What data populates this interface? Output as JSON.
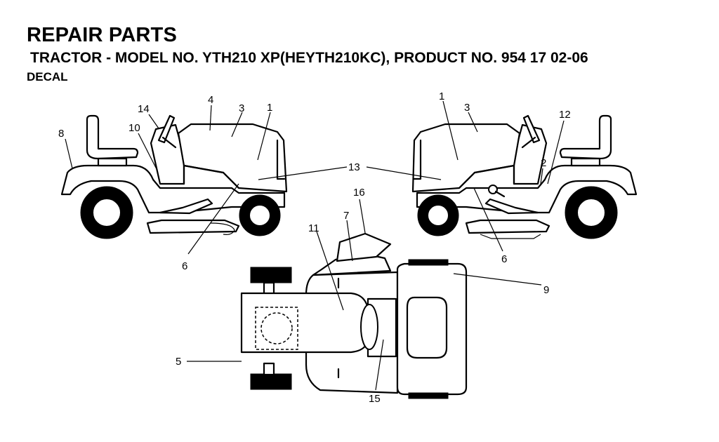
{
  "header": {
    "title": "REPAIR PARTS",
    "subtitle": "TRACTOR - MODEL NO. YTH210 XP(HEYTH210KC),  PRODUCT NO. 954 17 02-06",
    "section": "DECAL"
  },
  "callouts": {
    "left_view": [
      "14",
      "4",
      "3",
      "1",
      "8",
      "10",
      "6"
    ],
    "center": "13",
    "right_view": [
      "1",
      "3",
      "12",
      "2",
      "6"
    ],
    "top_view": [
      "16",
      "7",
      "11",
      "9",
      "5",
      "15"
    ]
  }
}
